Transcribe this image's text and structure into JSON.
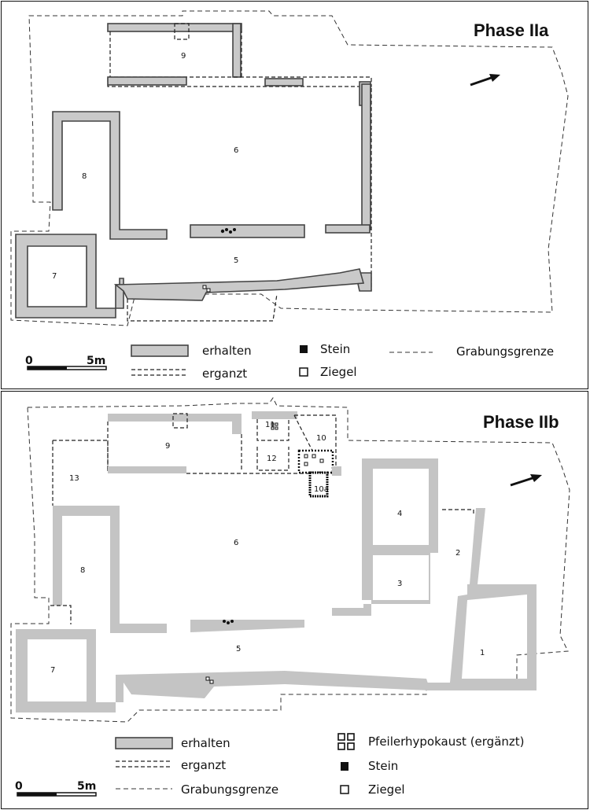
{
  "phase_a": {
    "title": "Phase IIa",
    "rooms": [
      "5",
      "6",
      "7",
      "8",
      "9"
    ],
    "legend": {
      "preserved": "erhalten",
      "restored": "erganzt",
      "stone": "Stein",
      "brick": "Ziegel",
      "excavation_limit": "Grabungsgrenze"
    },
    "scale": {
      "zero": "0",
      "length": "5m"
    }
  },
  "phase_b": {
    "title": "Phase IIb",
    "rooms": [
      "1",
      "2",
      "3",
      "4",
      "5",
      "6",
      "7",
      "8",
      "9",
      "10",
      "10a",
      "11",
      "12",
      "13"
    ],
    "legend": {
      "preserved": "erhalten",
      "restored": "erganzt",
      "excavation_limit": "Grabungsgrenze",
      "hypocaust": "Pfeilerhypokaust (ergänzt)",
      "stone": "Stein",
      "brick": "Ziegel"
    },
    "scale": {
      "zero": "0",
      "length": "5m"
    }
  },
  "colors": {
    "preserved_fill": "#c9c9c9",
    "line": "#222222"
  }
}
